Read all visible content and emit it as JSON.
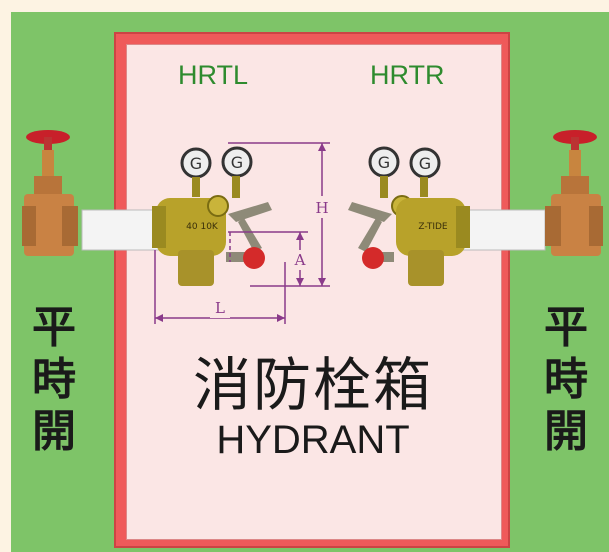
{
  "labels": {
    "left_model": "HRTL",
    "right_model": "HRTR",
    "left_side_text": "平時開",
    "right_side_text": "平時開",
    "title_cn": "消防栓箱",
    "title_en": "HYDRANT"
  },
  "dimensions": {
    "height": "H",
    "offset": "A",
    "length": "L"
  },
  "valve_markings": {
    "left_body": "40 10K",
    "right_body": "Z-TIDE"
  },
  "colors": {
    "background": "#7ec468",
    "cabinet_frame": "#ef5a5a",
    "cabinet_panel": "#fbe6e5",
    "model_text": "#2e8b2e",
    "dimension_lines": "#8a3a8a",
    "brass": "#b8a22a",
    "handle_red": "#d42a2a",
    "pipe": "#f4f4f4"
  }
}
